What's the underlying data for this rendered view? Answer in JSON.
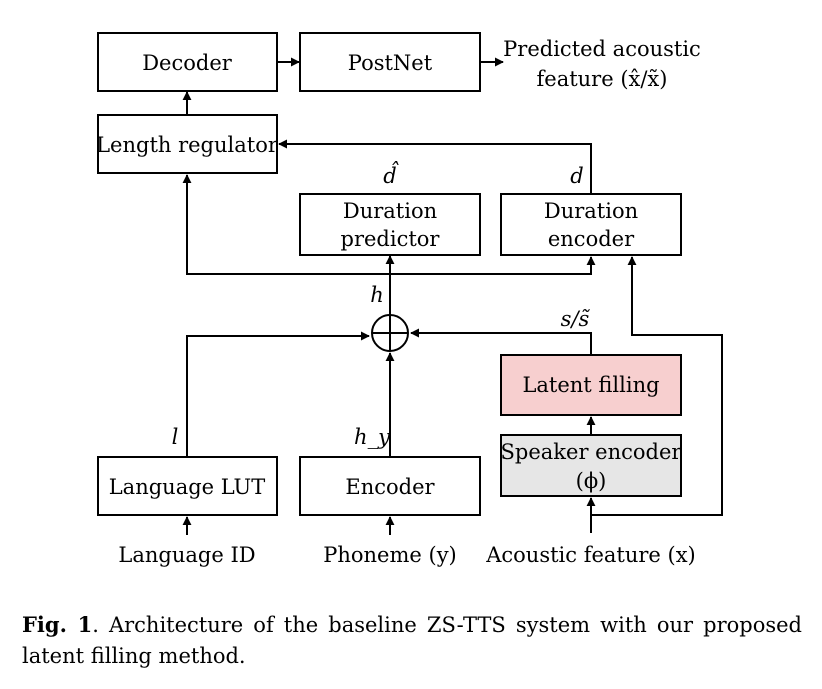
{
  "nodes": {
    "decoder": "Decoder",
    "postnet": "PostNet",
    "output_line1": "Predicted acoustic",
    "output_line2": "feature (x̂/x̃)",
    "length_regulator": "Length regulator",
    "duration_predictor_line1": "Duration",
    "duration_predictor_line2": "predictor",
    "duration_encoder_line1": "Duration",
    "duration_encoder_line2": "encoder",
    "latent_filling": "Latent filling",
    "speaker_encoder_line1": "Speaker encoder",
    "speaker_encoder_line2": "(ϕ)",
    "language_lut": "Language LUT",
    "encoder": "Encoder"
  },
  "inputs": {
    "language_id": "Language ID",
    "phoneme": "Phoneme (y)",
    "acoustic_feature": "Acoustic feature (x)"
  },
  "edge_labels": {
    "d_hat": "d̂",
    "d": "d",
    "h": "h",
    "s_tilde": "s/s̃",
    "l": "l",
    "h_y": "h_y"
  },
  "colors": {
    "latent_filling_fill": "#f7cfcf",
    "speaker_encoder_fill": "#e6e6e6"
  },
  "caption": {
    "label": "Fig. 1",
    "text": ".  Architecture of the baseline ZS-TTS system with our proposed latent filling method."
  }
}
